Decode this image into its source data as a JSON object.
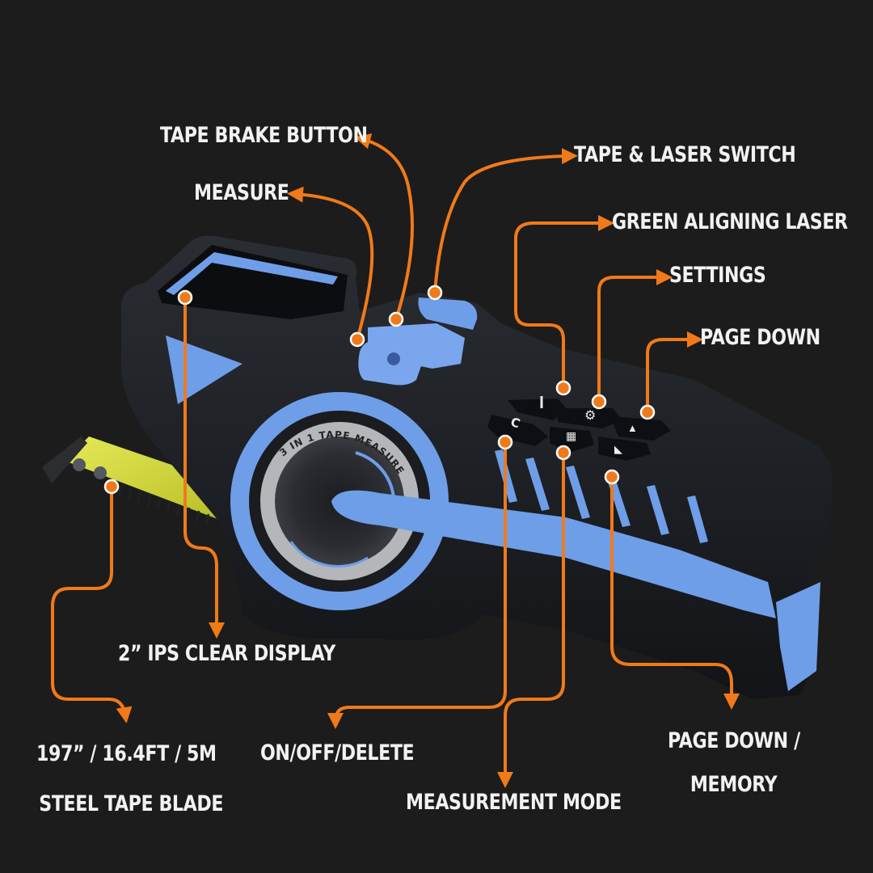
{
  "product": {
    "ring_text": "3 IN 1 TAPE MEASURE",
    "accent_color": "#6f9ee8",
    "body_color": "#1a1d22",
    "callout_color": "#f07a1a",
    "tape_color": "#d6dc3c"
  },
  "buttons": {
    "clear_key": "C",
    "laser_key_icon": "laser-icon",
    "settings_key_icon": "gear-icon",
    "page_down_key_icon": "triangle-icon",
    "mode_key_icon": "grid-icon",
    "memory_key_icon": "memory-icon"
  },
  "callouts": {
    "tape_brake": "TAPE BRAKE BUTTON",
    "measure": "MEASURE",
    "switch": "TAPE & LASER SWITCH",
    "laser": "GREEN ALIGNING LASER",
    "settings": "SETTINGS",
    "page_down": "PAGE DOWN",
    "display": "2” IPS CLEAR DISPLAY",
    "blade_line1": "197” / 16.4FT / 5M",
    "blade_line2": "STEEL TAPE BLADE",
    "on_off": "ON/OFF/DELETE",
    "mode": "MEASUREMENT MODE",
    "memory_line1": "PAGE DOWN /",
    "memory_line2": "MEMORY"
  }
}
